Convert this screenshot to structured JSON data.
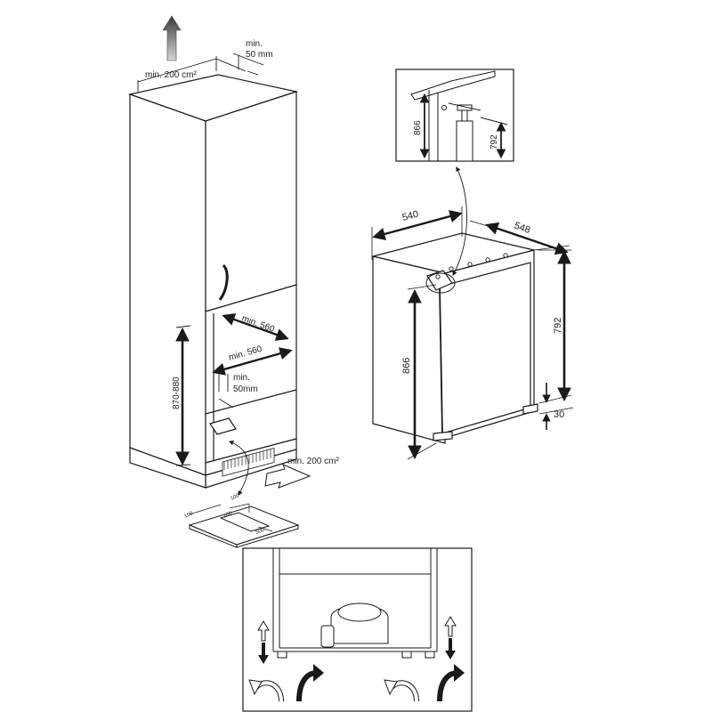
{
  "cabinet": {
    "vent_top_area": "min. 200 cm²",
    "gap_top_line1": "min.",
    "gap_top_line2": "50 mm",
    "niche_height": "870-880",
    "niche_width_upper": "min. 560",
    "niche_width_lower": "min. 560",
    "niche_depth_line1": "min.",
    "niche_depth_line2": "50mm",
    "vent_bottom_area": "min. 200 cm²"
  },
  "floor_cutout": {
    "dim_a": "100",
    "dim_b": "100",
    "dim_c": "100",
    "dim_d": "500"
  },
  "appliance": {
    "width": "540",
    "depth": "548",
    "height_total": "866",
    "height_side": "792",
    "plinth_gap": "30"
  },
  "detail": {
    "height_total": "866",
    "height_side": "792"
  },
  "colors": {
    "line": "#1a1a1a",
    "fill": "#ffffff",
    "arrow_dark": "#222222",
    "arrow_gradient_top": "#444444",
    "arrow_gradient_bottom": "#cfcfcf"
  }
}
